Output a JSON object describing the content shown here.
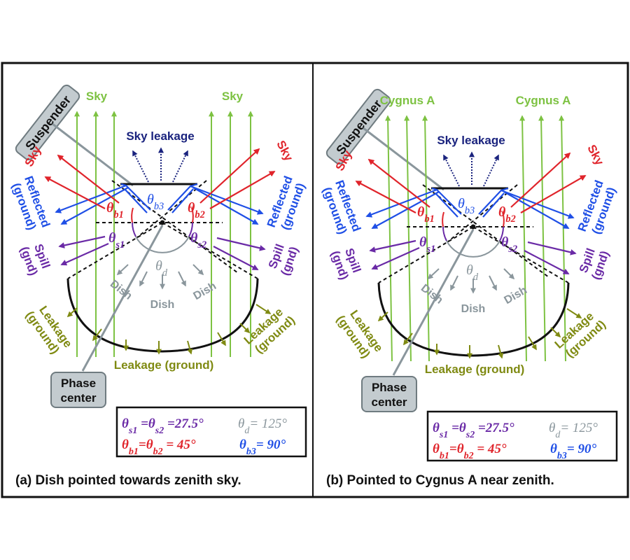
{
  "colors": {
    "green": "#7dc242",
    "red": "#e0242b",
    "blue": "#1f4fe6",
    "navy": "#1a237e",
    "purple": "#6a2aa6",
    "gray": "#8a969c",
    "olive": "#7f8a12",
    "black": "#111111",
    "box_fill": "#c3cbcf",
    "box_stroke": "#6f7b80"
  },
  "panels": [
    {
      "id": "a",
      "source_label_left": "Sky",
      "source_label_right": "Sky",
      "suspender_label": "Suspender",
      "sky_leakage_label": "Sky leakage",
      "sky_left_label": "Sky",
      "sky_right_label": "Sky",
      "reflected_left_label_1": "Reflected",
      "reflected_left_label_2": "(ground)",
      "reflected_right_label_1": "Reflected",
      "reflected_right_label_2": "(ground)",
      "spill_left_label_1": "Spill",
      "spill_left_label_2": "(gnd)",
      "spill_right_label_1": "Spill",
      "spill_right_label_2": "(gnd)",
      "dish_labels": [
        "Dish",
        "Dish",
        "Dish"
      ],
      "leakage_left_label_1": "Leakage",
      "leakage_left_label_2": "(ground)",
      "leakage_right_label_1": "Leakage",
      "leakage_right_label_2": "(ground)",
      "leakage_bottom_label": "Leakage (ground)",
      "phase_center_label_1": "Phase",
      "phase_center_label_2": "center",
      "angles": {
        "theta_b1": "θb1",
        "theta_b2": "θb2",
        "theta_b3": "θb3",
        "theta_s1": "θs1",
        "theta_s2": "θs2",
        "theta_d": "θd"
      },
      "legend": {
        "row1_left": "θs1 =θs2 =27.5°",
        "row1_right": "θd= 125°",
        "row2_left": "θb1=θb2 = 45°",
        "row2_right": "θb3= 90°"
      },
      "caption": "(a) Dish pointed towards zenith sky.",
      "beam_tilt_deg": 0
    },
    {
      "id": "b",
      "source_label_left": "Cygnus A",
      "source_label_right": "Cygnus A",
      "suspender_label": "Suspender",
      "sky_leakage_label": "Sky leakage",
      "sky_left_label": "Sky",
      "sky_right_label": "Sky",
      "reflected_left_label_1": "Reflected",
      "reflected_left_label_2": "(ground)",
      "reflected_right_label_1": "Reflected",
      "reflected_right_label_2": "(ground)",
      "spill_left_label_1": "Spill",
      "spill_left_label_2": "(gnd)",
      "spill_right_label_1": "Spill",
      "spill_right_label_2": "(gnd)",
      "dish_labels": [
        "Dish",
        "Dish",
        "Dish"
      ],
      "leakage_left_label_1": "Leakage",
      "leakage_left_label_2": "(ground)",
      "leakage_right_label_1": "Leakage",
      "leakage_right_label_2": "(ground)",
      "leakage_bottom_label": "Leakage (ground)",
      "phase_center_label_1": "Phase",
      "phase_center_label_2": "center",
      "angles": {
        "theta_b1": "θb1",
        "theta_b2": "θb2",
        "theta_b3": "θb3",
        "theta_s1": "θs1",
        "theta_s2": "θs2",
        "theta_d": "θd"
      },
      "legend": {
        "row1_left": "θs1 =θs2 =27.5°",
        "row1_right": "θd= 125°",
        "row2_left": "θb1=θb2 = 45°",
        "row2_right": "θb3= 90°"
      },
      "caption": "(b)  Pointed to Cygnus A near zenith.",
      "beam_tilt_deg": 1
    }
  ]
}
